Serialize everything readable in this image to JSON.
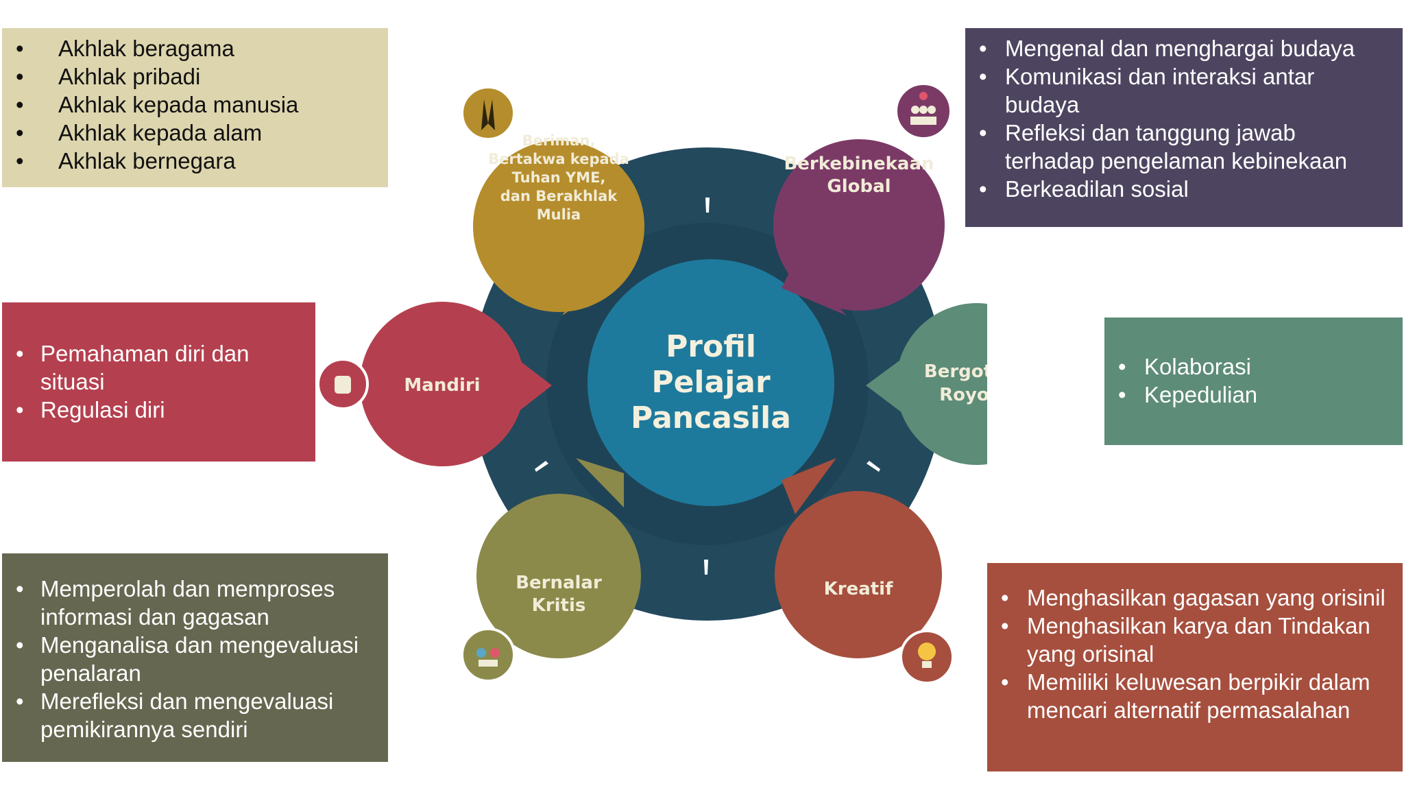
{
  "center": {
    "line1": "Profil",
    "line2": "Pelajar",
    "line3": "Pancasila"
  },
  "bubbles": {
    "beriman": {
      "lines": [
        "Beriman,",
        "Bertakwa kepada",
        "Tuhan YME,",
        "dan Berakhlak",
        "Mulia"
      ],
      "color": "#b58d2c",
      "icon": "praying-hands-icon"
    },
    "global": {
      "lines": [
        "Berkebinekaan",
        "Global"
      ],
      "color": "#7b3a66",
      "icon": "people-group-icon"
    },
    "mandiri": {
      "lines": [
        "Mandiri"
      ],
      "color": "#b4404f",
      "icon": "raised-fist-icon"
    },
    "gotong": {
      "lines": [
        "Bergotong",
        "Royong"
      ],
      "color": "#5d8c78",
      "icon": "collaboration-icon"
    },
    "kritis": {
      "lines": [
        "Bernalar",
        "Kritis"
      ],
      "color": "#8c8a4a",
      "icon": "critical-thinking-icon"
    },
    "kreatif": {
      "lines": [
        "Kreatif"
      ],
      "color": "#a64f3e",
      "icon": "lightbulb-icon"
    }
  },
  "boxes": {
    "beriman": [
      "Akhlak beragama",
      "Akhlak pribadi",
      "Akhlak kepada manusia",
      "Akhlak kepada alam",
      "Akhlak bernegara"
    ],
    "global": [
      "Mengenal dan menghargai budaya",
      "Komunikasi dan interaksi antar budaya",
      "Refleksi dan tanggung jawab terhadap pengelaman kebinekaan",
      "Berkeadilan sosial"
    ],
    "mandiri": [
      "Pemahaman diri dan situasi",
      "Regulasi diri"
    ],
    "gotong": [
      "Kolaborasi",
      "Kepedulian"
    ],
    "kritis": [
      "Memperolah dan memproses informasi dan gagasan",
      "Menganalisa dan mengevaluasi penalaran",
      "Merefleksi dan mengevaluasi pemikirannya sendiri"
    ],
    "kreatif": [
      "Menghasilkan gagasan yang orisinil",
      "Menghasilkan karya dan Tindakan yang orisinal",
      "Memiliki keluwesan berpikir dalam mencari alternatif permasalahan"
    ]
  },
  "colors": {
    "hub_dark": "#23495d",
    "center": "#1e7a9c",
    "text_light": "#f1ecd8"
  }
}
